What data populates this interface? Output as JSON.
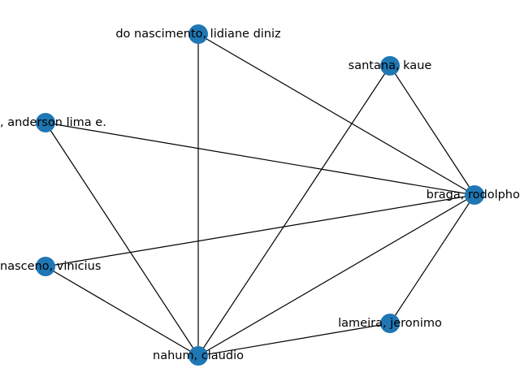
{
  "graph": {
    "node_color": "#1f77b4",
    "edge_color": "#000000",
    "nodes": [
      {
        "id": "nascimento",
        "label": "do nascimento, lidiane diniz"
      },
      {
        "id": "santana",
        "label": "santana, kaue"
      },
      {
        "id": "anderson",
        "label": ", anderson lima e."
      },
      {
        "id": "braga",
        "label": "braga, rodolpho"
      },
      {
        "id": "damasceno",
        "label": "nasceno, vinicius"
      },
      {
        "id": "lameira",
        "label": "lameira, jeronimo"
      },
      {
        "id": "nahum",
        "label": "nahum, claudio"
      }
    ],
    "edges": [
      [
        "nascimento",
        "braga"
      ],
      [
        "nascimento",
        "nahum"
      ],
      [
        "santana",
        "braga"
      ],
      [
        "santana",
        "nahum"
      ],
      [
        "anderson",
        "braga"
      ],
      [
        "anderson",
        "nahum"
      ],
      [
        "damasceno",
        "braga"
      ],
      [
        "damasceno",
        "nahum"
      ],
      [
        "braga",
        "lameira"
      ],
      [
        "braga",
        "nahum"
      ],
      [
        "lameira",
        "nahum"
      ]
    ]
  }
}
